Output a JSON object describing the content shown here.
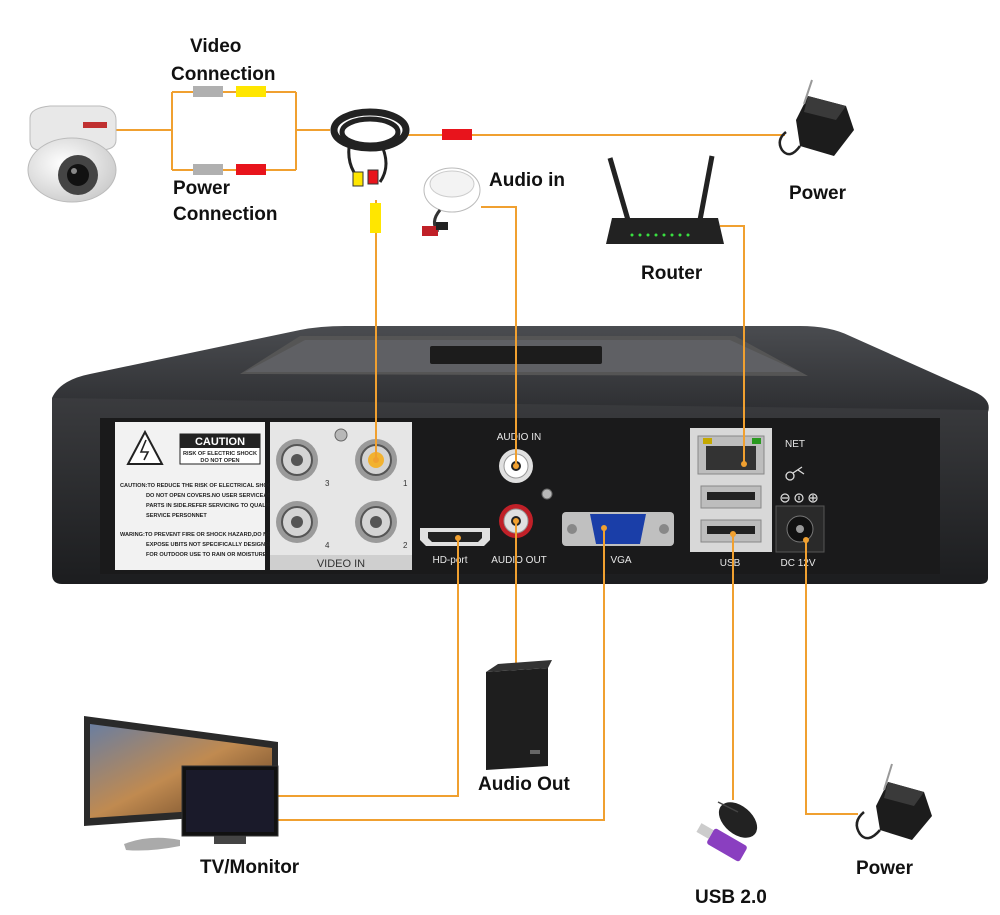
{
  "labels": {
    "video_connection_line1": "Video",
    "video_connection_line2": "Connection",
    "power_connection_line1": "Power",
    "power_connection_line2": "Connection",
    "audio_in": "Audio in",
    "power_top": "Power",
    "router": "Router",
    "audio_out": "Audio Out",
    "tv_monitor": "TV/Monitor",
    "usb": "USB 2.0",
    "power_bottom": "Power"
  },
  "panel_labels": {
    "audio_in": "AUDIO IN",
    "audio_out": "AUDIO OUT",
    "video_in": "VIDEO IN",
    "hd_port": "HD-port",
    "vga": "VGA",
    "net": "NET",
    "usb": "USB",
    "dc": "DC 12V",
    "ch1": "1",
    "ch2": "2",
    "ch3": "3",
    "ch4": "4"
  },
  "caution": {
    "title": "CAUTION",
    "sub1": "RISK OF ELECTRIC SHOCK",
    "sub2": "DO NOT OPEN",
    "lines": [
      "CAUTION:TO REDUCE THE RISK OF ELECTRICAL SHOCK,",
      "DO NOT OPEN COVERS.NO USER SERVICEABLE",
      "PARTS IN SIDE.REFER SERVICING TO QUALIFIED",
      "SERVICE PERSONNET",
      "WARING:TO PREVENT FIRE OR SHOCK HAZARD,DO NOT",
      "EXPOSE UBITS NOT SPECIFICALLY DESIGNED",
      "FOR OUTDOOR USE TO RAIN OR MOISTURE"
    ]
  },
  "colors": {
    "wire": "#f0a030",
    "video_plug": "#ffe600",
    "power_plug": "#e8141c",
    "gray_plug": "#b0b0b0"
  }
}
